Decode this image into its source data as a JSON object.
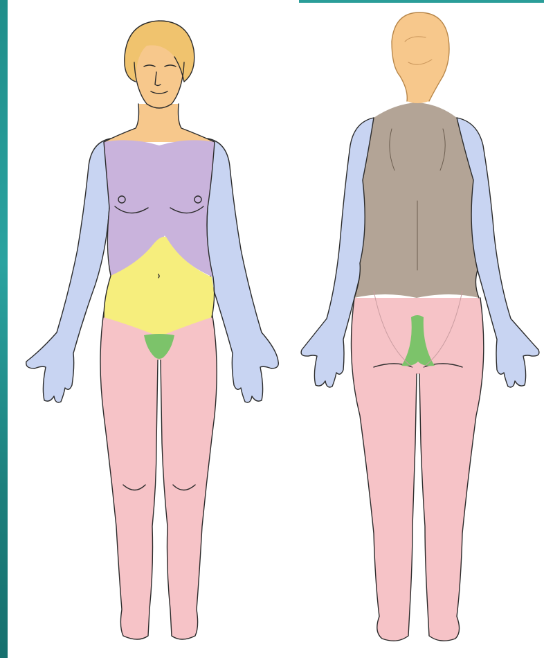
{
  "figure": {
    "views": [
      "front",
      "back"
    ],
    "regions": [
      {
        "name": "head-neck",
        "color": "#f7c88c"
      },
      {
        "name": "upper-limb",
        "color": "#c8d4f2"
      },
      {
        "name": "anterior-trunk",
        "color": "#c9b3dc"
      },
      {
        "name": "abdomen",
        "color": "#f6ee7d"
      },
      {
        "name": "genital-perineum",
        "color": "#7cc36a"
      },
      {
        "name": "posterior-trunk",
        "color": "#b3a496"
      },
      {
        "name": "lower-limb",
        "color": "#f6c3c7"
      }
    ],
    "frame_color": "#2a9d99"
  }
}
